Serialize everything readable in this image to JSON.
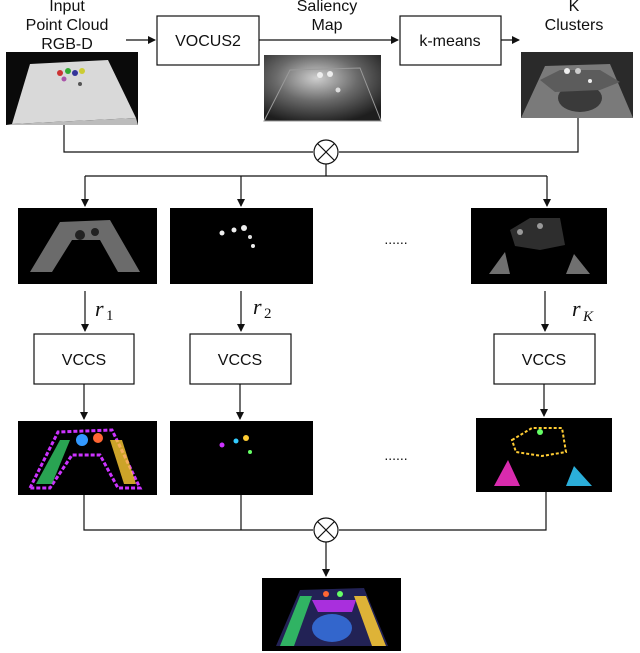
{
  "input": {
    "line1": "Input",
    "line2": "Point Cloud",
    "line3": "RGB-D"
  },
  "vocus_label": "VOCUS2",
  "saliency": {
    "line1": "Saliency",
    "line2": "Map"
  },
  "kmeans_label": "k-means",
  "clusters": {
    "line1": "K",
    "line2": "Clusters"
  },
  "ellipsis_top": "......",
  "ellipsis_bottom": "......",
  "params": [
    {
      "base": "r",
      "sub": "1"
    },
    {
      "base": "r",
      "sub": "2"
    },
    {
      "base": "r",
      "sub": "K"
    }
  ],
  "vccs_labels": [
    "VCCS",
    "VCCS",
    "VCCS"
  ],
  "colors": {
    "ink": "#111111",
    "image_bg": "#000000"
  }
}
